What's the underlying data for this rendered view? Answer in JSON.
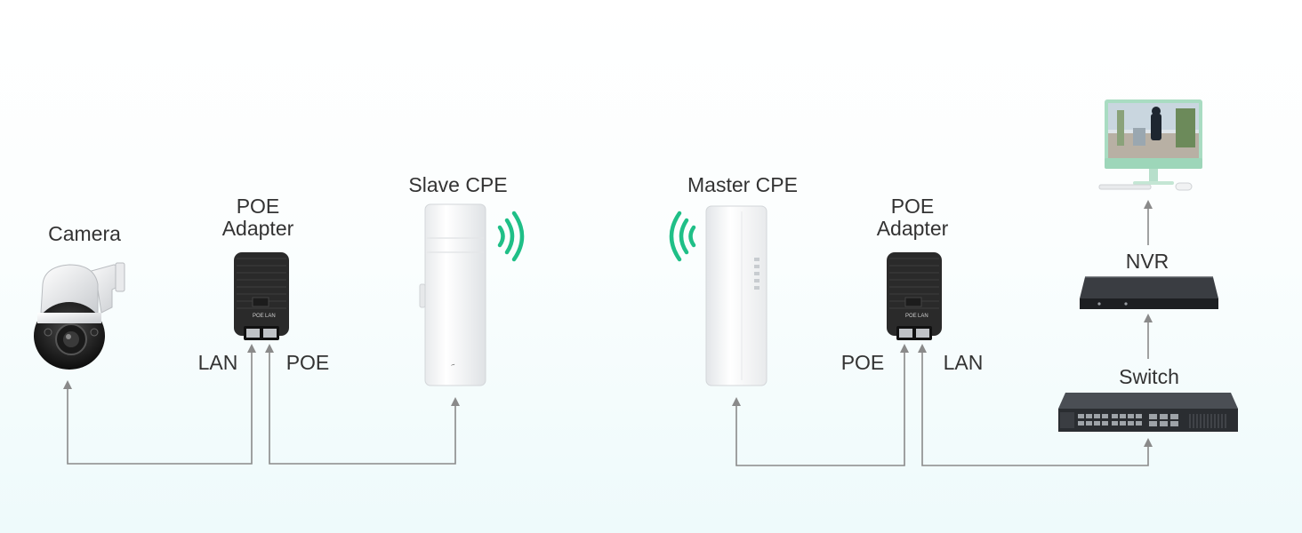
{
  "labels": {
    "camera": "Camera",
    "poe_adapter_left_line1": "POE",
    "poe_adapter_left_line2": "Adapter",
    "slave_cpe": "Slave CPE",
    "master_cpe": "Master CPE",
    "poe_adapter_right_line1": "POE",
    "poe_adapter_right_line2": "Adapter",
    "nvr": "NVR",
    "switch": "Switch",
    "lan_left": "LAN",
    "poe_left": "POE",
    "poe_right": "POE",
    "lan_right": "LAN",
    "adapter_port_poe": "POE",
    "adapter_port_lan": "LAN"
  },
  "colors": {
    "wire": "#8a8a8a",
    "wifi": "#1fbf87",
    "adapter_body": "#2a2a2a",
    "label_text": "#333333"
  }
}
